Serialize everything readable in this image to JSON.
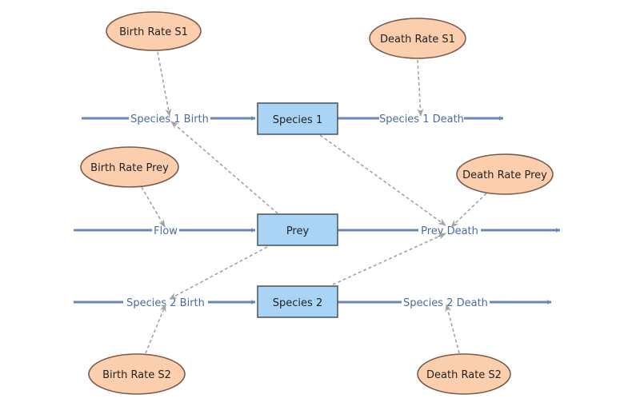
{
  "colors": {
    "flow": "#6b86bb",
    "flow_text": "#4a6c9e",
    "stock_fill": "#a9d4f5",
    "stock_stroke": "#4f5b66",
    "aux_fill": "#fbcfae",
    "aux_stroke": "#7a5a48",
    "link": "#a3a3a3"
  },
  "stocks": {
    "species1": "Species 1",
    "prey": "Prey",
    "species2": "Species 2"
  },
  "flows": {
    "species1_birth": "Species 1 Birth",
    "species1_death": "Species 1 Death",
    "prey_flow": "Flow",
    "prey_death": "Prey Death",
    "species2_birth": "Species 2 Birth",
    "species2_death": "Species 2 Death"
  },
  "auxiliaries": {
    "birth_rate_s1": "Birth Rate S1",
    "death_rate_s1": "Death Rate S1",
    "birth_rate_prey": "Birth Rate Prey",
    "death_rate_prey": "Death Rate Prey",
    "birth_rate_s2": "Birth Rate S2",
    "death_rate_s2": "Death Rate S2"
  }
}
